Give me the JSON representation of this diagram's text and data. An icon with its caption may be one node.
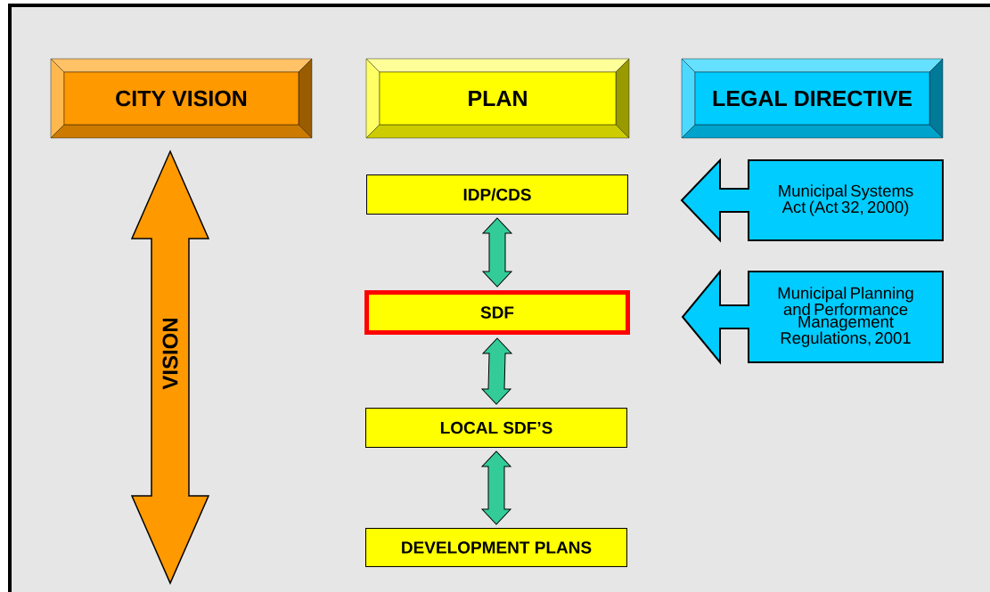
{
  "diagram": {
    "nodes": [
      {
        "text": [
          "CITY VISION"
        ]
      },
      {
        "text": [
          "PLAN"
        ]
      },
      {
        "text": [
          "LEGAL DIRECTIVE"
        ]
      },
      {
        "text": [
          "VISION"
        ]
      },
      {
        "text": [
          "IDP/CDS"
        ]
      },
      {
        "text": [
          "SDF"
        ]
      },
      {
        "text": [
          "LOCAL SDF’S"
        ]
      },
      {
        "text": [
          "DEVELOPMENT PLANS"
        ]
      },
      {
        "text": [
          "Municipal Systems Act (Act 32, 2000)"
        ]
      },
      {
        "text": [
          "Municipal Planning and Performance Management Regulations, 2001"
        ]
      }
    ],
    "edges": [
      {
        "from": 4,
        "to": 5,
        "arrow": "both"
      },
      {
        "from": 5,
        "to": 6,
        "arrow": "both"
      },
      {
        "from": 6,
        "to": 7,
        "arrow": "both"
      }
    ]
  }
}
